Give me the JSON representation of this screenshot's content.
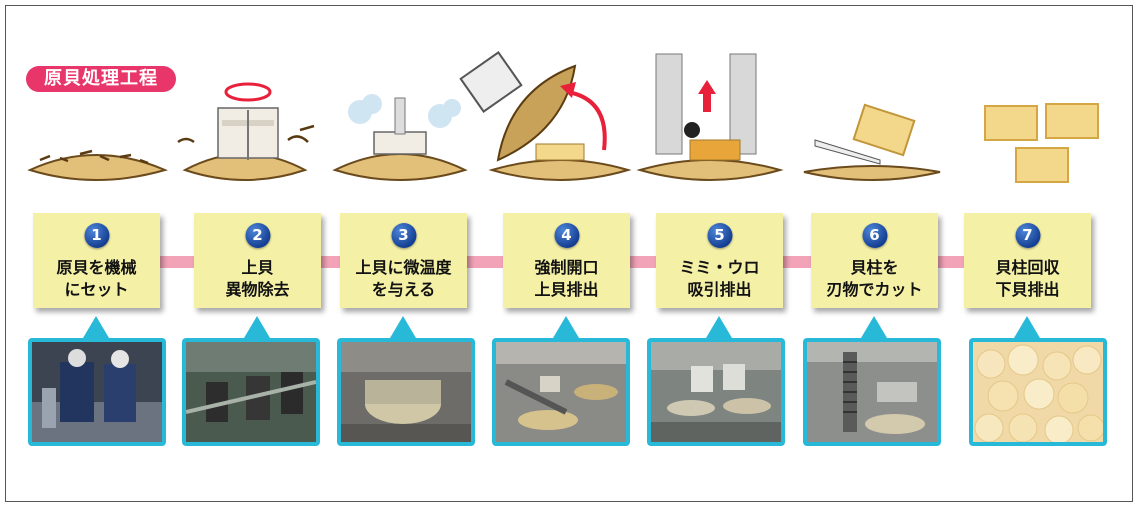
{
  "title": "原貝処理工程",
  "steps": [
    {
      "num": "1",
      "line1": "原貝を機械",
      "line2": "にセット"
    },
    {
      "num": "2",
      "line1": "上貝",
      "line2": "異物除去"
    },
    {
      "num": "3",
      "line1": "上貝に微温度",
      "line2": "を与える"
    },
    {
      "num": "4",
      "line1": "強制開口",
      "line2": "上貝排出"
    },
    {
      "num": "5",
      "line1": "ミミ・ウロ",
      "line2": "吸引排出"
    },
    {
      "num": "6",
      "line1": "貝柱を",
      "line2": "刃物でカット"
    },
    {
      "num": "7",
      "line1": "貝柱回収",
      "line2": "下貝排出"
    }
  ],
  "colors": {
    "title_pill": "#e8356a",
    "step_box": "#f4f0a6",
    "number_badge": "#1f4fa8",
    "connector": "#f2a3b8",
    "photo_border": "#29b9d8",
    "shell": "#e2c07a",
    "arrow_red": "#e8203a"
  }
}
